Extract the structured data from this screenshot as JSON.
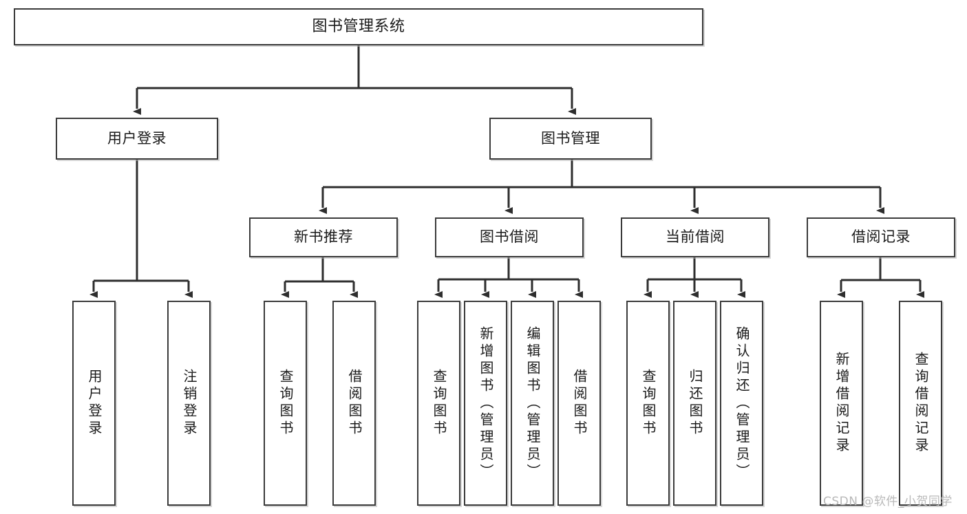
{
  "diagram": {
    "title": "图书管理系统",
    "type": "hierarchy-tree",
    "watermark": "CSDN @软件_小贺同学",
    "colors": {
      "box_border": "#3a3a3a",
      "box_fill": "#ffffff",
      "connector": "#2e2e2e",
      "text": "#1a1a1a",
      "watermark": "#b9b9b9",
      "background": "#ffffff"
    },
    "levels": {
      "level1": [
        {
          "id": "root",
          "label": "图书管理系统"
        }
      ],
      "level2": [
        {
          "id": "user-login",
          "label": "用户登录",
          "parent": "root"
        },
        {
          "id": "book-management",
          "label": "图书管理",
          "parent": "root"
        }
      ],
      "level3": [
        {
          "id": "new-book-recommend",
          "label": "新书推荐",
          "parent": "book-management"
        },
        {
          "id": "book-borrow",
          "label": "图书借阅",
          "parent": "book-management"
        },
        {
          "id": "current-borrow",
          "label": "当前借阅",
          "parent": "book-management"
        },
        {
          "id": "borrow-record",
          "label": "借阅记录",
          "parent": "book-management"
        }
      ],
      "level4": [
        {
          "id": "leaf-user-login",
          "label": "用户登录",
          "parent": "user-login"
        },
        {
          "id": "leaf-user-logout",
          "label": "注销登录",
          "parent": "user-login"
        },
        {
          "id": "leaf-query-book-1",
          "label": "查询图书",
          "parent": "new-book-recommend"
        },
        {
          "id": "leaf-borrow-book-1",
          "label": "借阅图书",
          "parent": "new-book-recommend"
        },
        {
          "id": "leaf-query-book-2",
          "label": "查询图书",
          "parent": "book-borrow"
        },
        {
          "id": "leaf-add-book",
          "label": "新增图书（管理员）",
          "parent": "book-borrow"
        },
        {
          "id": "leaf-edit-book",
          "label": "编辑图书（管理员）",
          "parent": "book-borrow"
        },
        {
          "id": "leaf-borrow-book-2",
          "label": "借阅图书",
          "parent": "book-borrow"
        },
        {
          "id": "leaf-query-book-3",
          "label": "查询图书",
          "parent": "current-borrow"
        },
        {
          "id": "leaf-return-book",
          "label": "归还图书",
          "parent": "current-borrow"
        },
        {
          "id": "leaf-confirm-return",
          "label": "确认归还（管理员）",
          "parent": "current-borrow"
        },
        {
          "id": "leaf-add-record",
          "label": "新增借阅记录",
          "parent": "borrow-record"
        },
        {
          "id": "leaf-query-record",
          "label": "查询借阅记录",
          "parent": "borrow-record"
        }
      ]
    }
  }
}
